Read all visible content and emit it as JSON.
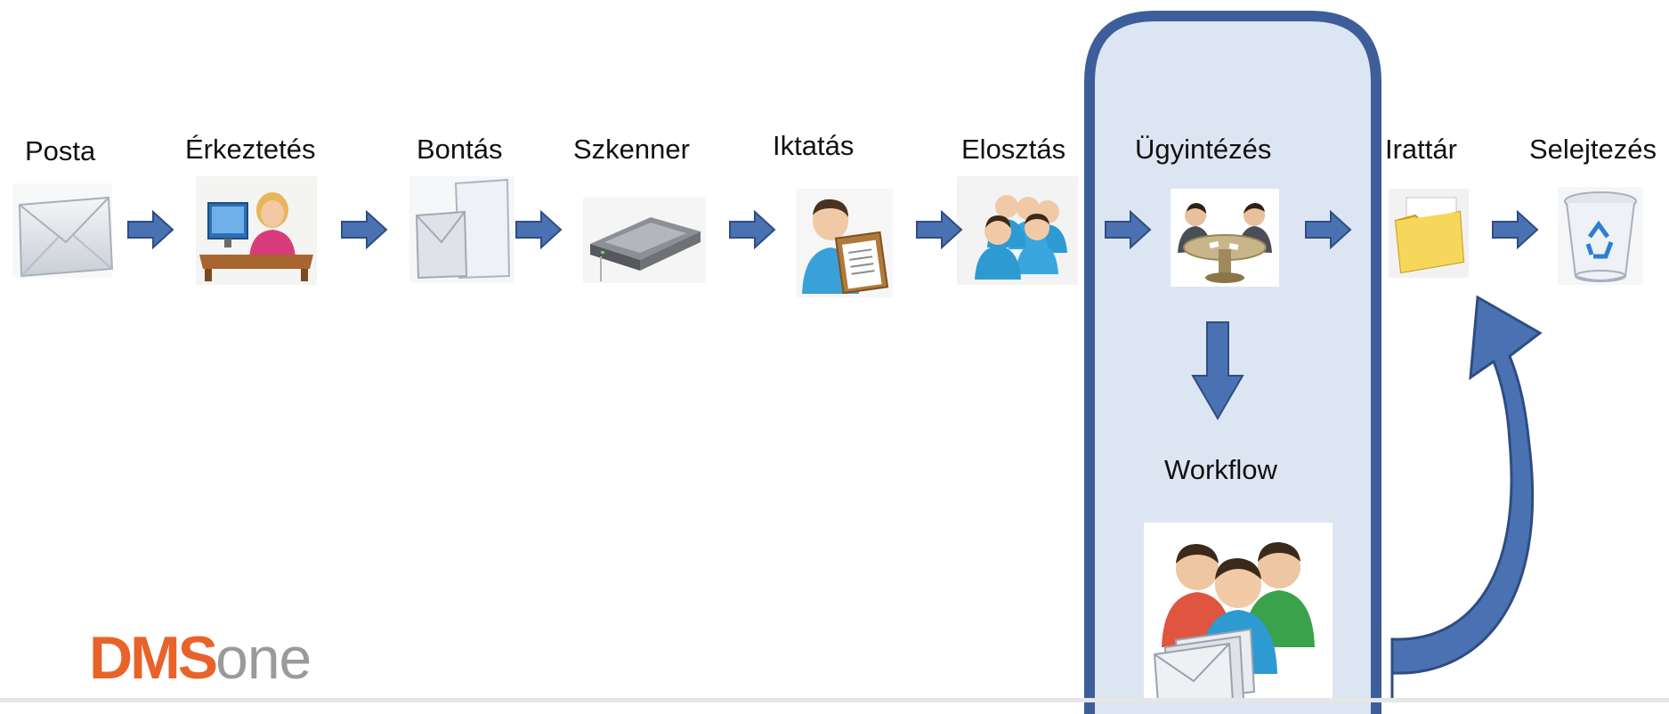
{
  "steps": [
    {
      "label": "Posta",
      "icon": "envelope-icon"
    },
    {
      "label": "Érkeztetés",
      "icon": "receptionist-icon"
    },
    {
      "label": "Bontás",
      "icon": "opened-envelope-icon"
    },
    {
      "label": "Szkenner",
      "icon": "scanner-icon"
    },
    {
      "label": "Iktatás",
      "icon": "clipboard-person-icon"
    },
    {
      "label": "Elosztás",
      "icon": "user-group-icon"
    },
    {
      "label": "Ügyintézés",
      "icon": "meeting-table-icon"
    },
    {
      "label": "Irattár",
      "icon": "folder-icon"
    },
    {
      "label": "Selejtezés",
      "icon": "recycle-bin-icon"
    }
  ],
  "workflow": {
    "label": "Workflow",
    "icon": "workflow-users-mail-icon"
  },
  "logo": {
    "part1": "DMS",
    "part2": "one"
  },
  "colors": {
    "arrow_fill": "#4A72B2",
    "arrow_stroke": "#2E4D82",
    "highlight_fill": "#DCE6F2",
    "highlight_border": "#3D5E9A",
    "logo_orange": "#E8632A",
    "logo_grey": "#9A9A9A"
  }
}
